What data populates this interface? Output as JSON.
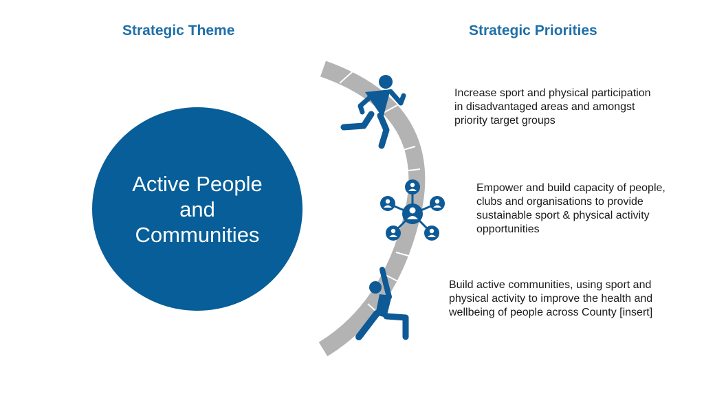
{
  "headings": {
    "theme": "Strategic Theme",
    "priorities": "Strategic Priorities"
  },
  "theme": {
    "lines": [
      "Active People",
      "and",
      "Communities"
    ]
  },
  "priorities": [
    {
      "text": "Increase sport and physical participation in disadvantaged areas and amongst priority target groups",
      "icon": "running-person-icon"
    },
    {
      "text": "Empower and build capacity of people, clubs and organisations to provide sustainable sport & physical activity opportunities",
      "icon": "network-people-icon"
    },
    {
      "text": "Build active communities, using sport and physical activity to improve the health and wellbeing of people across County [insert]",
      "icon": "stretching-person-icon"
    }
  ],
  "colors": {
    "heading": "#1f6fa8",
    "circle": "#075e98",
    "icon": "#0e5a96",
    "arc": "#b3b3b3"
  }
}
